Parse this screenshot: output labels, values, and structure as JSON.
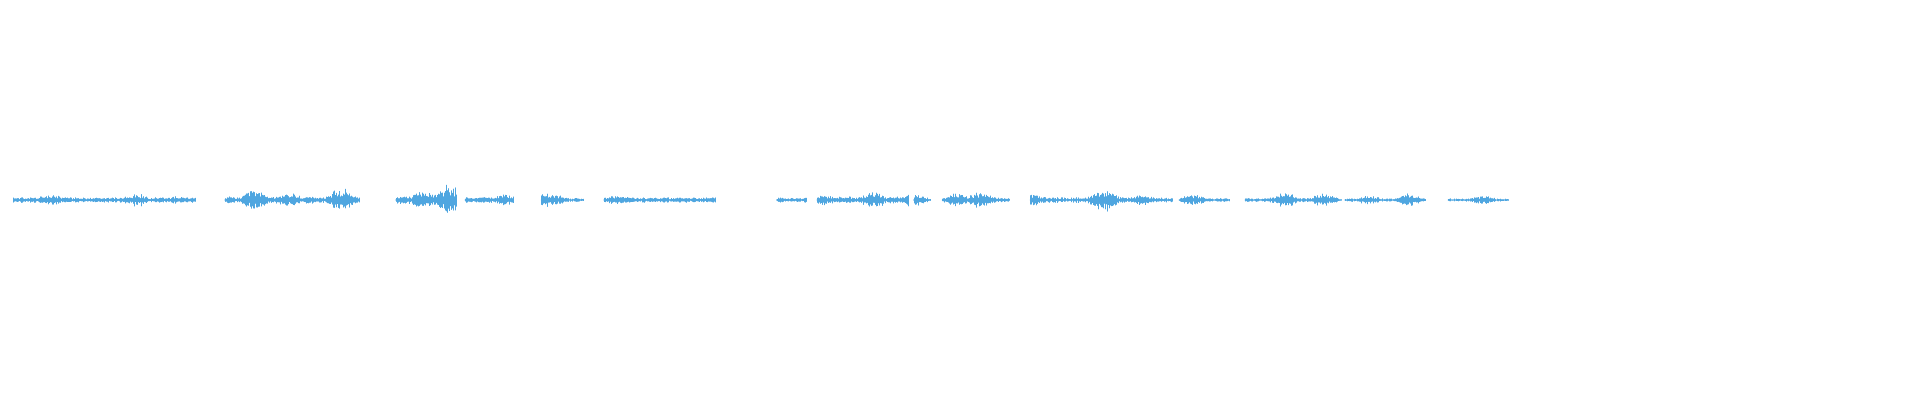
{
  "waveform": {
    "color": "#4fa6e0",
    "background": "#ffffff",
    "play_ratio": 0.884,
    "segments": [
      {
        "start": 0.0,
        "end": 0.108,
        "level": 0.18
      },
      {
        "start": 0.125,
        "end": 0.205,
        "level": 0.22
      },
      {
        "start": 0.226,
        "end": 0.262,
        "level": 0.28
      },
      {
        "start": 0.267,
        "end": 0.296,
        "level": 0.2
      },
      {
        "start": 0.312,
        "end": 0.337,
        "level": 0.14
      },
      {
        "start": 0.349,
        "end": 0.415,
        "level": 0.18
      },
      {
        "start": 0.451,
        "end": 0.469,
        "level": 0.16
      },
      {
        "start": 0.475,
        "end": 0.529,
        "level": 0.22
      },
      {
        "start": 0.532,
        "end": 0.542,
        "level": 0.1
      },
      {
        "start": 0.549,
        "end": 0.589,
        "level": 0.16
      },
      {
        "start": 0.601,
        "end": 0.685,
        "level": 0.18
      },
      {
        "start": 0.689,
        "end": 0.719,
        "level": 0.12
      },
      {
        "start": 0.728,
        "end": 0.785,
        "level": 0.14
      },
      {
        "start": 0.787,
        "end": 0.835,
        "level": 0.12
      },
      {
        "start": 0.848,
        "end": 0.884,
        "level": 0.1
      }
    ],
    "peaks": [
      {
        "pos": 0.022,
        "amp": 0.35
      },
      {
        "pos": 0.073,
        "amp": 0.45
      },
      {
        "pos": 0.096,
        "amp": 0.25
      },
      {
        "pos": 0.143,
        "amp": 0.65
      },
      {
        "pos": 0.163,
        "amp": 0.45
      },
      {
        "pos": 0.194,
        "amp": 0.75
      },
      {
        "pos": 0.218,
        "amp": 0.7
      },
      {
        "pos": 0.243,
        "amp": 0.6
      },
      {
        "pos": 0.257,
        "amp": 1.0
      },
      {
        "pos": 0.29,
        "amp": 0.35
      },
      {
        "pos": 0.312,
        "amp": 0.55
      },
      {
        "pos": 0.318,
        "amp": 0.4
      },
      {
        "pos": 0.357,
        "amp": 0.35
      },
      {
        "pos": 0.439,
        "amp": 0.4
      },
      {
        "pos": 0.478,
        "amp": 0.35
      },
      {
        "pos": 0.508,
        "amp": 0.55
      },
      {
        "pos": 0.532,
        "amp": 0.45
      },
      {
        "pos": 0.557,
        "amp": 0.4
      },
      {
        "pos": 0.571,
        "amp": 0.5
      },
      {
        "pos": 0.603,
        "amp": 0.4
      },
      {
        "pos": 0.644,
        "amp": 0.8
      },
      {
        "pos": 0.666,
        "amp": 0.35
      },
      {
        "pos": 0.697,
        "amp": 0.35
      },
      {
        "pos": 0.751,
        "amp": 0.55
      },
      {
        "pos": 0.774,
        "amp": 0.4
      },
      {
        "pos": 0.801,
        "amp": 0.3
      },
      {
        "pos": 0.825,
        "amp": 0.4
      },
      {
        "pos": 0.869,
        "amp": 0.3
      }
    ]
  }
}
